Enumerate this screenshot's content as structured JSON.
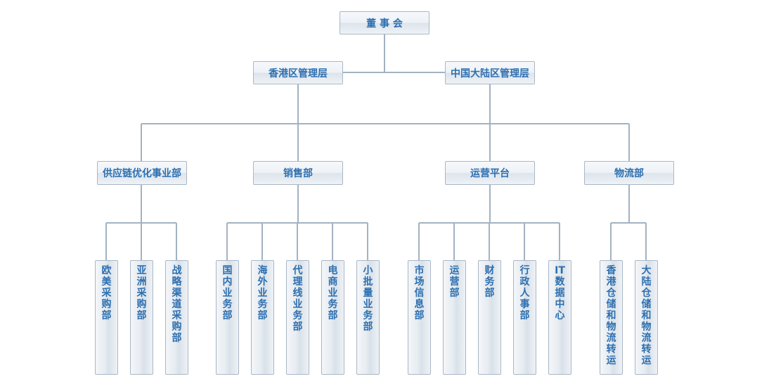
{
  "org": {
    "board": "董 事 会",
    "hk_mgmt": "香港区管理层",
    "cn_mgmt": "中国大陆区管理层",
    "departments": [
      "供应链优化事业部",
      "销售部",
      "运营平台",
      "物流部"
    ],
    "supply_chain_units": [
      "欧美采购部",
      "亚洲采购部",
      "战略渠道采购部"
    ],
    "sales_units": [
      "国内业务部",
      "海外业务部",
      "代理线业务部",
      "电商业务部",
      "小批量业务部"
    ],
    "operations_units": [
      "市场信息部",
      "运营部",
      "财务部",
      "行政人事部",
      "IT数据中心"
    ],
    "logistics_units": [
      "香港仓储和物流转运",
      "大陆仓储和物流转运"
    ]
  }
}
